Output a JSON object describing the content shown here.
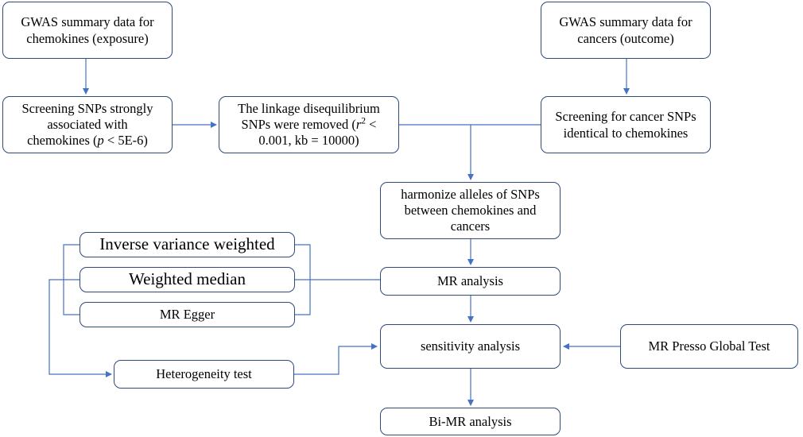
{
  "nodes": {
    "exposure": "GWAS summary data for chemokines (exposure)",
    "outcome": "GWAS summary data for cancers (outcome)",
    "screening_snps": {
      "line1": "Screening SNPs strongly",
      "line2": "associated with",
      "line3_pre": "chemokines (",
      "p": "p",
      "line3_post": " < 5E-6)"
    },
    "ld_removed": {
      "line1": "The linkage disequilibrium",
      "line2_pre": "SNPs were removed (",
      "r": "r",
      "sup": "2",
      "line2_post": " <",
      "line3": "0.001, kb = 10000)"
    },
    "screening_cancer": "Screening for cancer SNPs identical to chemokines",
    "harmonize": "harmonize alleles of SNPs between chemokines and cancers",
    "ivw": "Inverse variance weighted",
    "weighted_median": "Weighted median",
    "mr_egger": "MR Egger",
    "mr_analysis": "MR analysis",
    "heterogeneity": "Heterogeneity test",
    "sensitivity": "sensitivity analysis",
    "mr_presso": "MR Presso Global Test",
    "bi_mr": "Bi-MR analysis"
  },
  "colors": {
    "border": "#2e4a7a",
    "line": "#4472c4"
  }
}
